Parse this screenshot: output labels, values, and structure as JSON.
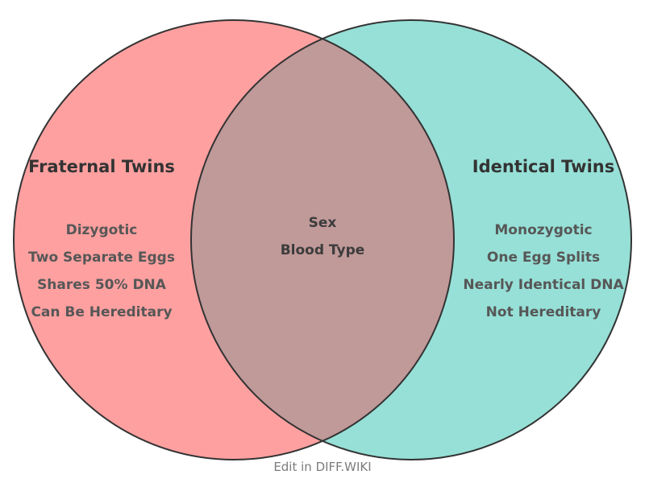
{
  "venn": {
    "outline_color": "#333333",
    "left": {
      "title": "Fraternal Twins",
      "color": "#ffa0a0",
      "items": [
        "Dizygotic",
        "Two Separate Eggs",
        "Shares 50% DNA",
        "Can Be Hereditary"
      ]
    },
    "right": {
      "title": "Identical Twins",
      "color": "#96e0d7",
      "items": [
        "Monozygotic",
        "One Egg Splits",
        "Nearly Identical DNA",
        "Not Hereditary"
      ]
    },
    "intersection": {
      "color": "#c09999",
      "items": [
        "Sex",
        "Blood Type"
      ]
    }
  },
  "footer": {
    "caption": "Edit in DIFF.WIKI"
  }
}
